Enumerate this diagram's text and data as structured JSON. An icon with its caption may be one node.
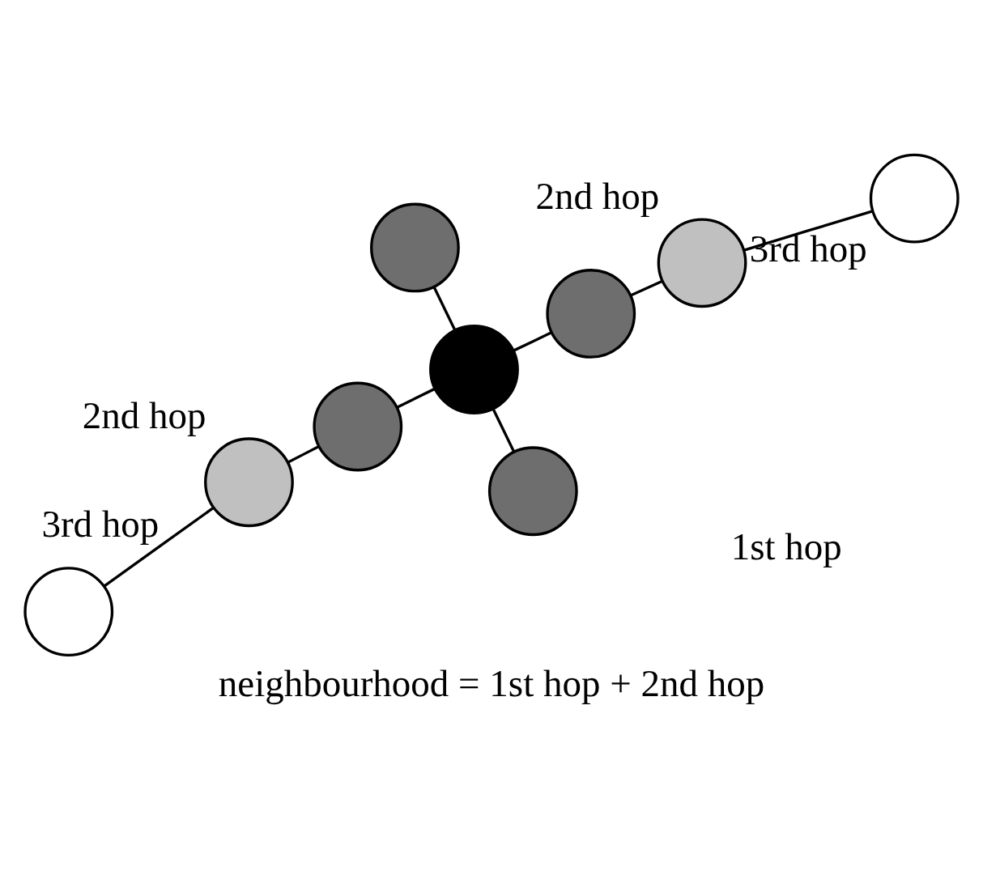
{
  "diagram": {
    "caption": "neighbourhood = 1st hop + 2nd hop",
    "nodes": [
      {
        "text": [],
        "shape": "circle"
      },
      {
        "text": [],
        "shape": "circle"
      },
      {
        "text": [],
        "shape": "circle"
      },
      {
        "text": [],
        "shape": "circle"
      },
      {
        "text": [],
        "shape": "circle"
      },
      {
        "text": [],
        "shape": "circle",
        "beside": [
          "2nd hop"
        ]
      },
      {
        "text": [],
        "shape": "circle",
        "beside": [
          "2nd hop"
        ]
      },
      {
        "text": [],
        "shape": "circle"
      },
      {
        "text": [],
        "shape": "circle"
      }
    ],
    "edges": [
      {
        "from": 0,
        "to": 1,
        "arrow": "none"
      },
      {
        "from": 0,
        "to": 2,
        "arrow": "none"
      },
      {
        "from": 0,
        "to": 3,
        "arrow": "none"
      },
      {
        "from": 0,
        "to": 4,
        "arrow": "none"
      },
      {
        "from": 1,
        "to": 5,
        "arrow": "none"
      },
      {
        "from": 3,
        "to": 6,
        "arrow": "none"
      },
      {
        "from": 5,
        "to": 7,
        "arrow": "none",
        "label": "3rd hop"
      },
      {
        "from": 6,
        "to": 8,
        "arrow": "none",
        "label": "3rd hop"
      }
    ],
    "labels": [
      "1st hop"
    ]
  }
}
